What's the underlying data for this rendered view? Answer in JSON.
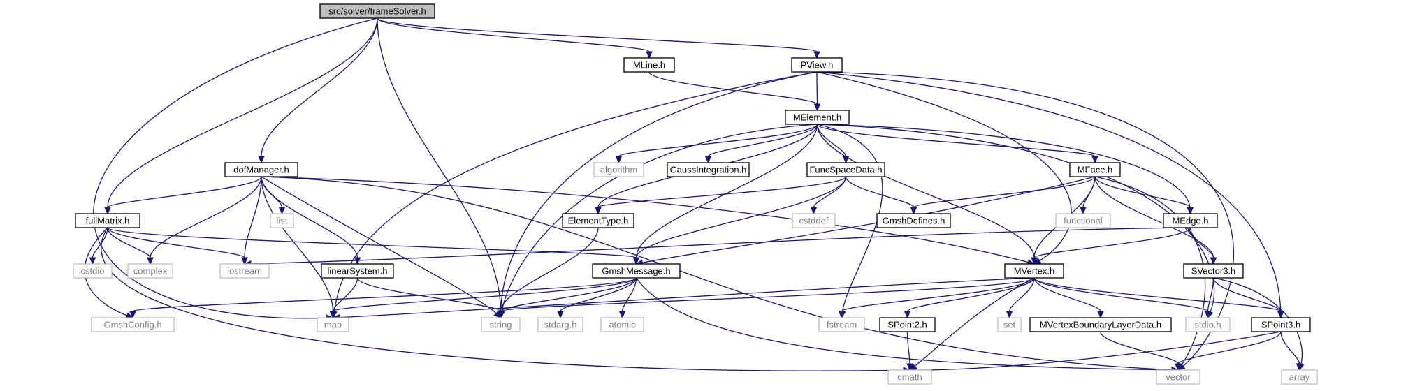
{
  "graph_title": "src/solver/frameSolver.h",
  "colors": {
    "edge": "#191970",
    "root_fill": "#bfbfbf",
    "node_border": "#000000",
    "system_border": "#bfbfbf",
    "system_text": "#7f7f7f",
    "node_text": "#000000"
  },
  "nodes": [
    {
      "id": "frameSolver",
      "label": "src/solver/frameSolver.h",
      "kind": "root"
    },
    {
      "id": "MLine",
      "label": "MLine.h",
      "kind": "local"
    },
    {
      "id": "PView",
      "label": "PView.h",
      "kind": "local"
    },
    {
      "id": "MElement",
      "label": "MElement.h",
      "kind": "local"
    },
    {
      "id": "dofManager",
      "label": "dofManager.h",
      "kind": "local"
    },
    {
      "id": "algorithm",
      "label": "algorithm",
      "kind": "system"
    },
    {
      "id": "GaussIntegration",
      "label": "GaussIntegration.h",
      "kind": "local"
    },
    {
      "id": "FuncSpaceData",
      "label": "FuncSpaceData.h",
      "kind": "local"
    },
    {
      "id": "MFace",
      "label": "MFace.h",
      "kind": "local"
    },
    {
      "id": "fullMatrix",
      "label": "fullMatrix.h",
      "kind": "local"
    },
    {
      "id": "list",
      "label": "list",
      "kind": "system"
    },
    {
      "id": "ElementType",
      "label": "ElementType.h",
      "kind": "local"
    },
    {
      "id": "cstddef",
      "label": "cstddef",
      "kind": "system"
    },
    {
      "id": "GmshDefines",
      "label": "GmshDefines.h",
      "kind": "local"
    },
    {
      "id": "functional",
      "label": "functional",
      "kind": "system"
    },
    {
      "id": "MEdge",
      "label": "MEdge.h",
      "kind": "local"
    },
    {
      "id": "cstdio",
      "label": "cstdio",
      "kind": "system"
    },
    {
      "id": "complex",
      "label": "complex",
      "kind": "system"
    },
    {
      "id": "iostream",
      "label": "iostream",
      "kind": "system"
    },
    {
      "id": "linearSystem",
      "label": "linearSystem.h",
      "kind": "local"
    },
    {
      "id": "GmshMessage",
      "label": "GmshMessage.h",
      "kind": "local"
    },
    {
      "id": "MVertex",
      "label": "MVertex.h",
      "kind": "local"
    },
    {
      "id": "SVector3",
      "label": "SVector3.h",
      "kind": "local"
    },
    {
      "id": "GmshConfig",
      "label": "GmshConfig.h",
      "kind": "system"
    },
    {
      "id": "map",
      "label": "map",
      "kind": "system"
    },
    {
      "id": "string",
      "label": "string",
      "kind": "system"
    },
    {
      "id": "stdarg",
      "label": "stdarg.h",
      "kind": "system"
    },
    {
      "id": "atomic",
      "label": "atomic",
      "kind": "system"
    },
    {
      "id": "fstream",
      "label": "fstream",
      "kind": "system"
    },
    {
      "id": "SPoint2",
      "label": "SPoint2.h",
      "kind": "local"
    },
    {
      "id": "set",
      "label": "set",
      "kind": "system"
    },
    {
      "id": "MVertexBoundaryLayerData",
      "label": "MVertexBoundaryLayerData.h",
      "kind": "local"
    },
    {
      "id": "stdio",
      "label": "stdio.h",
      "kind": "system"
    },
    {
      "id": "SPoint3",
      "label": "SPoint3.h",
      "kind": "local"
    },
    {
      "id": "cmath",
      "label": "cmath",
      "kind": "system"
    },
    {
      "id": "vector",
      "label": "vector",
      "kind": "system"
    },
    {
      "id": "array",
      "label": "array",
      "kind": "system"
    }
  ],
  "edges": [
    [
      "frameSolver",
      "MLine"
    ],
    [
      "frameSolver",
      "PView"
    ],
    [
      "frameSolver",
      "dofManager"
    ],
    [
      "frameSolver",
      "fullMatrix"
    ],
    [
      "frameSolver",
      "map"
    ],
    [
      "frameSolver",
      "string"
    ],
    [
      "MLine",
      "MElement"
    ],
    [
      "PView",
      "MElement"
    ],
    [
      "PView",
      "map"
    ],
    [
      "PView",
      "string"
    ],
    [
      "PView",
      "MVertex"
    ],
    [
      "PView",
      "SPoint3"
    ],
    [
      "PView",
      "vector"
    ],
    [
      "MElement",
      "algorithm"
    ],
    [
      "MElement",
      "GaussIntegration"
    ],
    [
      "MElement",
      "FuncSpaceData"
    ],
    [
      "MElement",
      "MFace"
    ],
    [
      "MElement",
      "ElementType"
    ],
    [
      "MElement",
      "MEdge"
    ],
    [
      "MElement",
      "GmshMessage"
    ],
    [
      "MElement",
      "MVertex"
    ],
    [
      "MElement",
      "string"
    ],
    [
      "MElement",
      "fstream"
    ],
    [
      "MElement",
      "stdio"
    ],
    [
      "dofManager",
      "fullMatrix"
    ],
    [
      "dofManager",
      "list"
    ],
    [
      "dofManager",
      "complex"
    ],
    [
      "dofManager",
      "iostream"
    ],
    [
      "dofManager",
      "linearSystem"
    ],
    [
      "dofManager",
      "map"
    ],
    [
      "dofManager",
      "string"
    ],
    [
      "dofManager",
      "MVertex"
    ],
    [
      "dofManager",
      "vector"
    ],
    [
      "FuncSpaceData",
      "ElementType"
    ],
    [
      "FuncSpaceData",
      "cstddef"
    ],
    [
      "FuncSpaceData",
      "GmshDefines"
    ],
    [
      "FuncSpaceData",
      "GmshMessage"
    ],
    [
      "MFace",
      "GmshDefines"
    ],
    [
      "MFace",
      "functional"
    ],
    [
      "MFace",
      "MEdge"
    ],
    [
      "MFace",
      "MVertex"
    ],
    [
      "MFace",
      "SVector3"
    ],
    [
      "MFace",
      "GmshMessage"
    ],
    [
      "MFace",
      "vector"
    ],
    [
      "fullMatrix",
      "cstdio"
    ],
    [
      "fullMatrix",
      "complex"
    ],
    [
      "fullMatrix",
      "iostream"
    ],
    [
      "fullMatrix",
      "GmshMessage"
    ],
    [
      "fullMatrix",
      "GmshConfig"
    ],
    [
      "fullMatrix",
      "cmath"
    ],
    [
      "ElementType",
      "string"
    ],
    [
      "MEdge",
      "iostream"
    ],
    [
      "MEdge",
      "MVertex"
    ],
    [
      "MEdge",
      "SVector3"
    ],
    [
      "linearSystem",
      "map"
    ],
    [
      "linearSystem",
      "string"
    ],
    [
      "GmshMessage",
      "GmshConfig"
    ],
    [
      "GmshMessage",
      "map"
    ],
    [
      "GmshMessage",
      "string"
    ],
    [
      "GmshMessage",
      "stdarg"
    ],
    [
      "GmshMessage",
      "atomic"
    ],
    [
      "GmshMessage",
      "vector"
    ],
    [
      "MVertex",
      "map"
    ],
    [
      "MVertex",
      "string"
    ],
    [
      "MVertex",
      "fstream"
    ],
    [
      "MVertex",
      "SPoint2"
    ],
    [
      "MVertex",
      "set"
    ],
    [
      "MVertex",
      "MVertexBoundaryLayerData"
    ],
    [
      "MVertex",
      "stdio"
    ],
    [
      "MVertex",
      "SPoint3"
    ],
    [
      "MVertex",
      "cmath"
    ],
    [
      "SVector3",
      "stdio"
    ],
    [
      "SVector3",
      "SPoint3"
    ],
    [
      "SVector3",
      "array"
    ],
    [
      "SPoint2",
      "cmath"
    ],
    [
      "MVertexBoundaryLayerData",
      "vector"
    ],
    [
      "SPoint3",
      "cmath"
    ],
    [
      "SPoint3",
      "vector"
    ],
    [
      "SPoint3",
      "array"
    ]
  ]
}
